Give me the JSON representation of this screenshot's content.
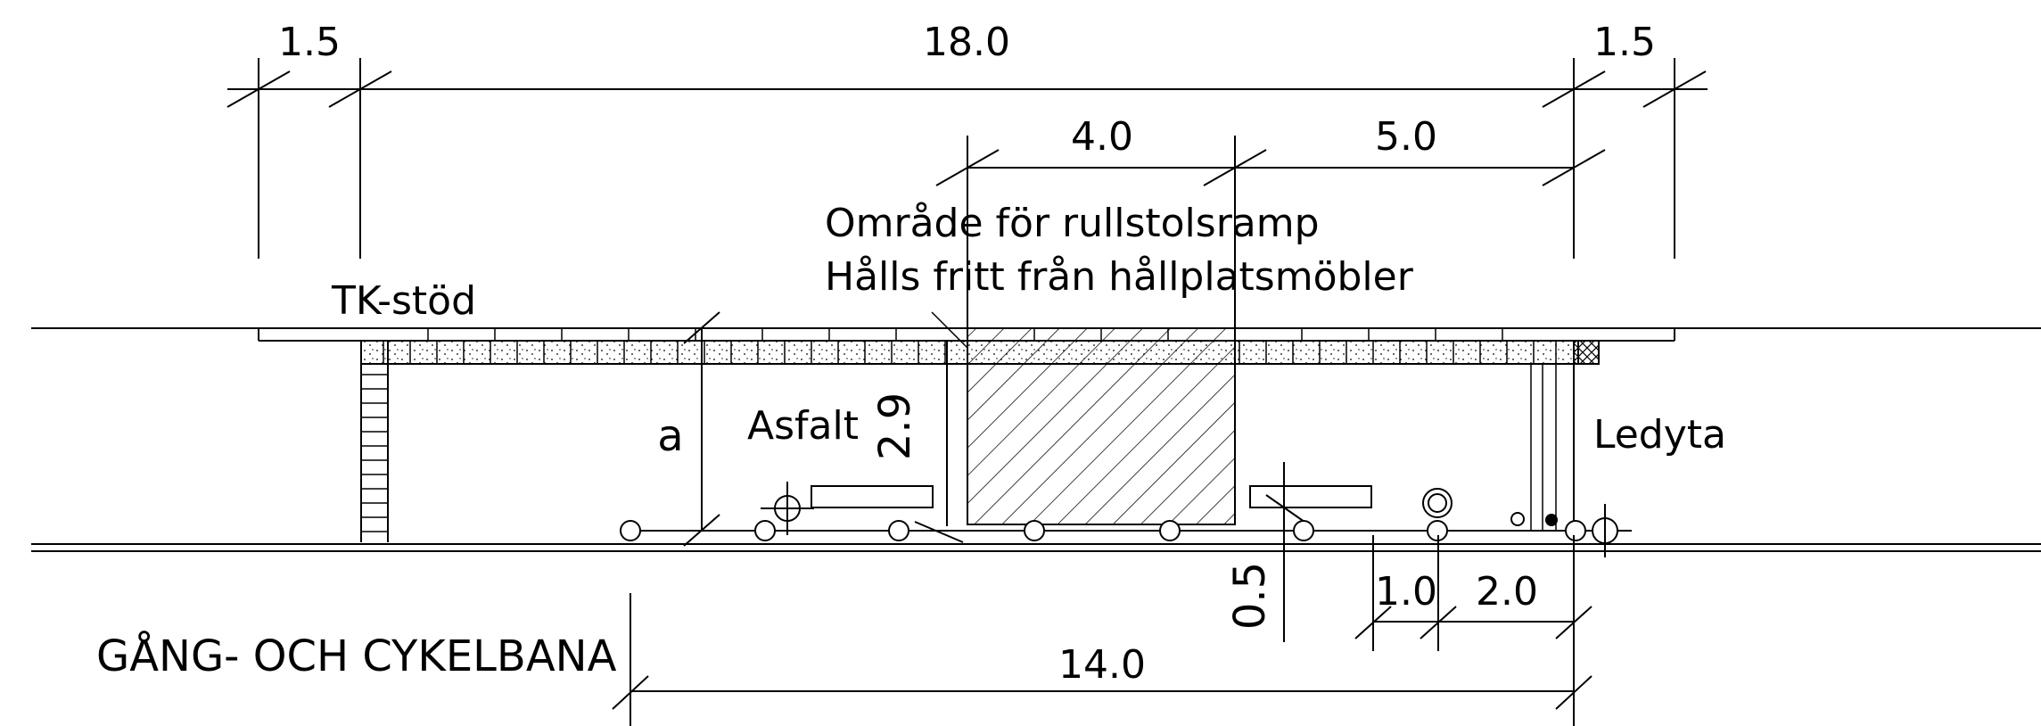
{
  "dimensions": {
    "d_top_left": "1.5",
    "d_top_total": "18.0",
    "d_top_right": "1.5",
    "d_ramp": "4.0",
    "d_right": "5.0",
    "d_height": "2.9",
    "d_offset": "0.5",
    "d_small": "1.0",
    "d_two": "2.0",
    "d_bottom": "14.0"
  },
  "labels": {
    "ramp_line1": "Område för rullstolsramp",
    "ramp_line2": "Hålls fritt från hållplatsmöbler",
    "tk_stod": "TK-stöd",
    "a": "a",
    "asfalt": "Asfalt",
    "ledyta": "Ledyta",
    "gang_cykel": "GÅNG- OCH CYKELBANA"
  },
  "colors": {
    "line": "#000000",
    "background": "#ffffff"
  }
}
